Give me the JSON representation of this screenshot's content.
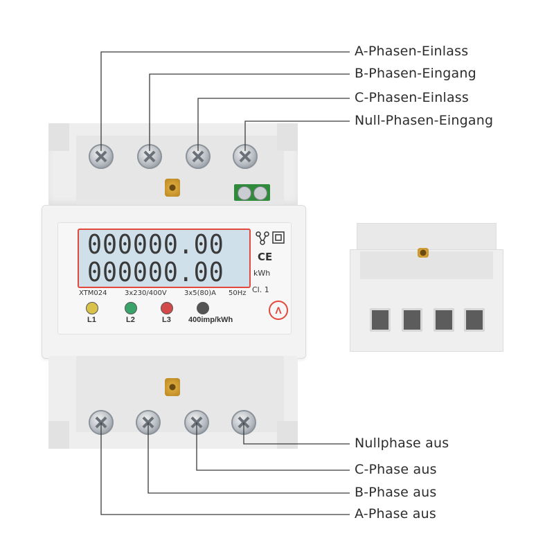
{
  "labels": {
    "a_phase_in": "A-Phasen-Einlass",
    "b_phase_in": "B-Phasen-Eingang",
    "c_phase_in": "C-Phasen-Einlass",
    "null_phase_in": "Null-Phasen-Eingang",
    "null_phase_out": "Nullphase aus",
    "c_phase_out": "C-Phase aus",
    "b_phase_out": "B-Phase aus",
    "a_phase_out": "A-Phase aus"
  },
  "lcd": {
    "row1": "000000.00",
    "row2": "000000.00",
    "unit": "kWh",
    "class": "Cl. 1",
    "ce": "CE"
  },
  "specs": {
    "model": "XTM024",
    "voltage": "3x230/400V",
    "current": "3x5(80)A",
    "frequency": "50Hz"
  },
  "leds": {
    "l1": "L1",
    "l2": "L2",
    "l3": "L3",
    "impulse": "400imp/kWh"
  },
  "colors": {
    "accent_red": "#e2483c",
    "led_l1": "#d8c24a",
    "led_l2": "#3aa36a",
    "led_l3": "#d24a4a",
    "led_imp": "#555555",
    "line": "#3a3a3a"
  }
}
